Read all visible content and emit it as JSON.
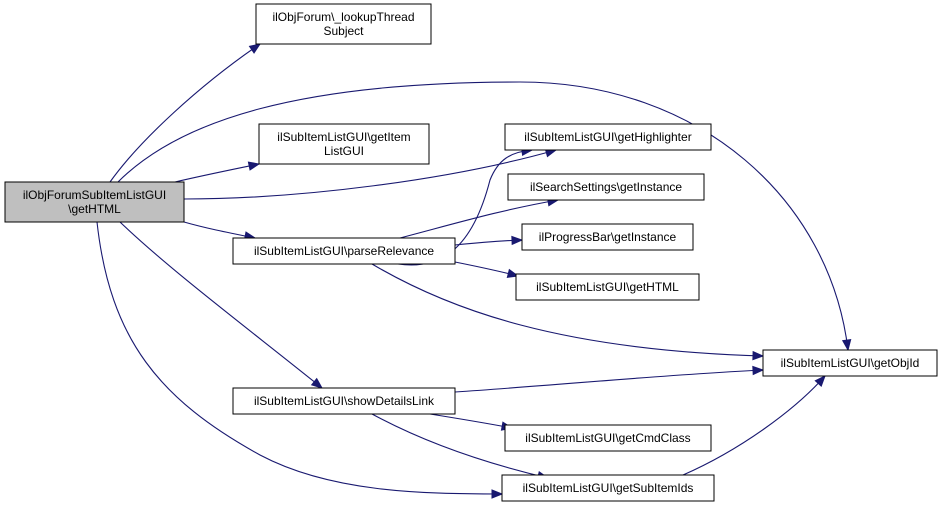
{
  "colors": {
    "edge": "#191970",
    "node_fill": "#ffffff",
    "root_fill": "#bfbfbf",
    "node_border": "#000000",
    "text": "#000000"
  },
  "nodes": [
    {
      "id": "root",
      "lines": [
        "ilObjForumSubItemListGUI",
        "\\getHTML"
      ],
      "highlighted": true
    },
    {
      "id": "lookup",
      "lines": [
        "ilObjForum\\_lookupThread",
        "Subject"
      ]
    },
    {
      "id": "getItemListGUI",
      "lines": [
        "ilSubItemListGUI\\getItem",
        "ListGUI"
      ]
    },
    {
      "id": "getHighlighter",
      "lines": [
        "ilSubItemListGUI\\getHighlighter"
      ]
    },
    {
      "id": "searchSettings",
      "lines": [
        "ilSearchSettings\\getInstance"
      ]
    },
    {
      "id": "parseRelevance",
      "lines": [
        "ilSubItemListGUI\\parseRelevance"
      ]
    },
    {
      "id": "progressBar",
      "lines": [
        "ilProgressBar\\getInstance"
      ]
    },
    {
      "id": "subGetHTML",
      "lines": [
        "ilSubItemListGUI\\getHTML"
      ]
    },
    {
      "id": "getObjId",
      "lines": [
        "ilSubItemListGUI\\getObjId"
      ]
    },
    {
      "id": "showDetailsLink",
      "lines": [
        "ilSubItemListGUI\\showDetailsLink"
      ]
    },
    {
      "id": "getCmdClass",
      "lines": [
        "ilSubItemListGUI\\getCmdClass"
      ]
    },
    {
      "id": "getSubItemIds",
      "lines": [
        "ilSubItemListGUI\\getSubItemIds"
      ]
    }
  ],
  "edges": [
    {
      "from": "root",
      "to": "lookup"
    },
    {
      "from": "root",
      "to": "getObjId"
    },
    {
      "from": "root",
      "to": "getItemListGUI"
    },
    {
      "from": "root",
      "to": "getHighlighter"
    },
    {
      "from": "root",
      "to": "parseRelevance"
    },
    {
      "from": "root",
      "to": "showDetailsLink"
    },
    {
      "from": "root",
      "to": "getSubItemIds"
    },
    {
      "from": "parseRelevance",
      "to": "getHighlighter"
    },
    {
      "from": "parseRelevance",
      "to": "searchSettings"
    },
    {
      "from": "parseRelevance",
      "to": "progressBar"
    },
    {
      "from": "parseRelevance",
      "to": "subGetHTML"
    },
    {
      "from": "parseRelevance",
      "to": "getObjId"
    },
    {
      "from": "showDetailsLink",
      "to": "getObjId"
    },
    {
      "from": "showDetailsLink",
      "to": "getCmdClass"
    },
    {
      "from": "showDetailsLink",
      "to": "getSubItemIds"
    },
    {
      "from": "getSubItemIds",
      "to": "getObjId"
    }
  ]
}
